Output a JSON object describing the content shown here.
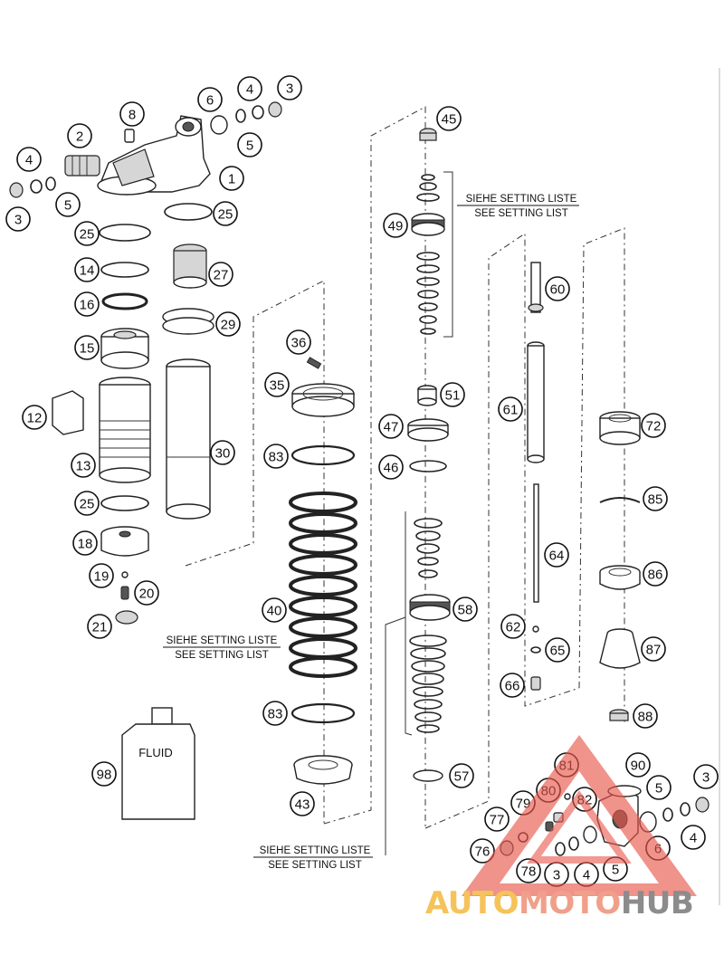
{
  "part_numbers": [
    "1",
    "2",
    "3",
    "4",
    "5",
    "6",
    "8",
    "12",
    "13",
    "14",
    "15",
    "16",
    "18",
    "19",
    "20",
    "21",
    "25",
    "27",
    "29",
    "30",
    "35",
    "36",
    "40",
    "43",
    "45",
    "46",
    "47",
    "49",
    "51",
    "57",
    "58",
    "60",
    "61",
    "62",
    "64",
    "65",
    "66",
    "72",
    "76",
    "77",
    "78",
    "79",
    "80",
    "81",
    "82",
    "83",
    "85",
    "86",
    "87",
    "88",
    "90",
    "98"
  ],
  "notes": {
    "setting_de": "SIEHE SETTING LISTE",
    "setting_en": "SEE SETTING LIST"
  },
  "fluid_label": "FLUID",
  "watermark": {
    "part1": "AUTO",
    "part2": "MOTO",
    "part3": "HUB",
    "colors": {
      "auto": "#f5c35a",
      "moto": "#f0a08a",
      "hub": "#8c8c8c",
      "triangle": "#e8554a"
    }
  }
}
